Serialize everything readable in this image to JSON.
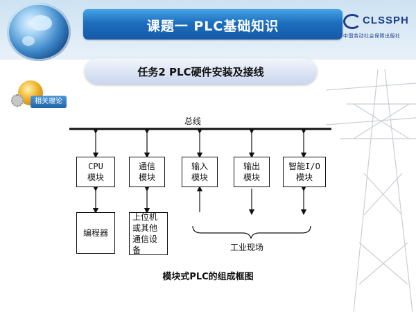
{
  "header": {
    "title": "课题一    PLC基础知识",
    "logo_text": "CLSSPH",
    "logo_subtext": "中国劳动社会保障出版社"
  },
  "task": {
    "title": "任务2  PLC硬件安装及接线"
  },
  "section_tag": {
    "label": "相关理论"
  },
  "diagram": {
    "bus_label": "总线",
    "modules": [
      {
        "line1": "CPU",
        "line2": "模块"
      },
      {
        "line1": "通信",
        "line2": "模块"
      },
      {
        "line1": "输入",
        "line2": "模块"
      },
      {
        "line1": "输出",
        "line2": "模块"
      },
      {
        "line1": "智能I/O",
        "line2": "模块"
      }
    ],
    "programmer": "编程器",
    "host_lines": [
      "上位机",
      "或其他",
      "通信设",
      "备"
    ],
    "field_label": "工业现场",
    "caption": "模块式PLC的组成框图"
  },
  "colors": {
    "title_bar": "#1d6fbe",
    "header_bg": "#cde2f2",
    "logo": "#1c3f8a"
  }
}
